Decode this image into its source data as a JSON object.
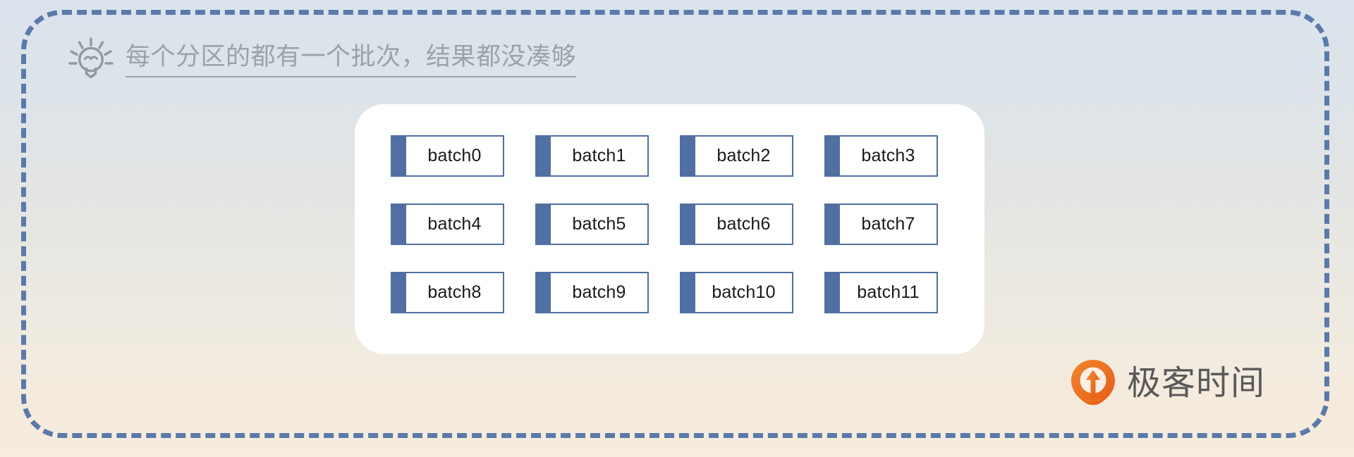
{
  "frame": {
    "border_color": "#5B79AB",
    "background_top_color": "#DAE3EC",
    "background_bottom_color": "#F7ECDD"
  },
  "header": {
    "icon": "lightbulb-icon",
    "title": "每个分区的都有一个批次，结果都没凑够",
    "title_color": "#9AA3A8"
  },
  "panel": {
    "background_color": "#FFFFFF",
    "accent_color": "#506FA3",
    "columns": 4,
    "rows": 3,
    "batches": [
      {
        "label": "batch0"
      },
      {
        "label": "batch1"
      },
      {
        "label": "batch2"
      },
      {
        "label": "batch3"
      },
      {
        "label": "batch4"
      },
      {
        "label": "batch5"
      },
      {
        "label": "batch6"
      },
      {
        "label": "batch7"
      },
      {
        "label": "batch8"
      },
      {
        "label": "batch9"
      },
      {
        "label": "batch10"
      },
      {
        "label": "batch11"
      }
    ]
  },
  "brand": {
    "mark": "geektime-logo-icon",
    "name": "极客时间",
    "mark_color": "#EE6B1E",
    "text_color": "#595959"
  }
}
